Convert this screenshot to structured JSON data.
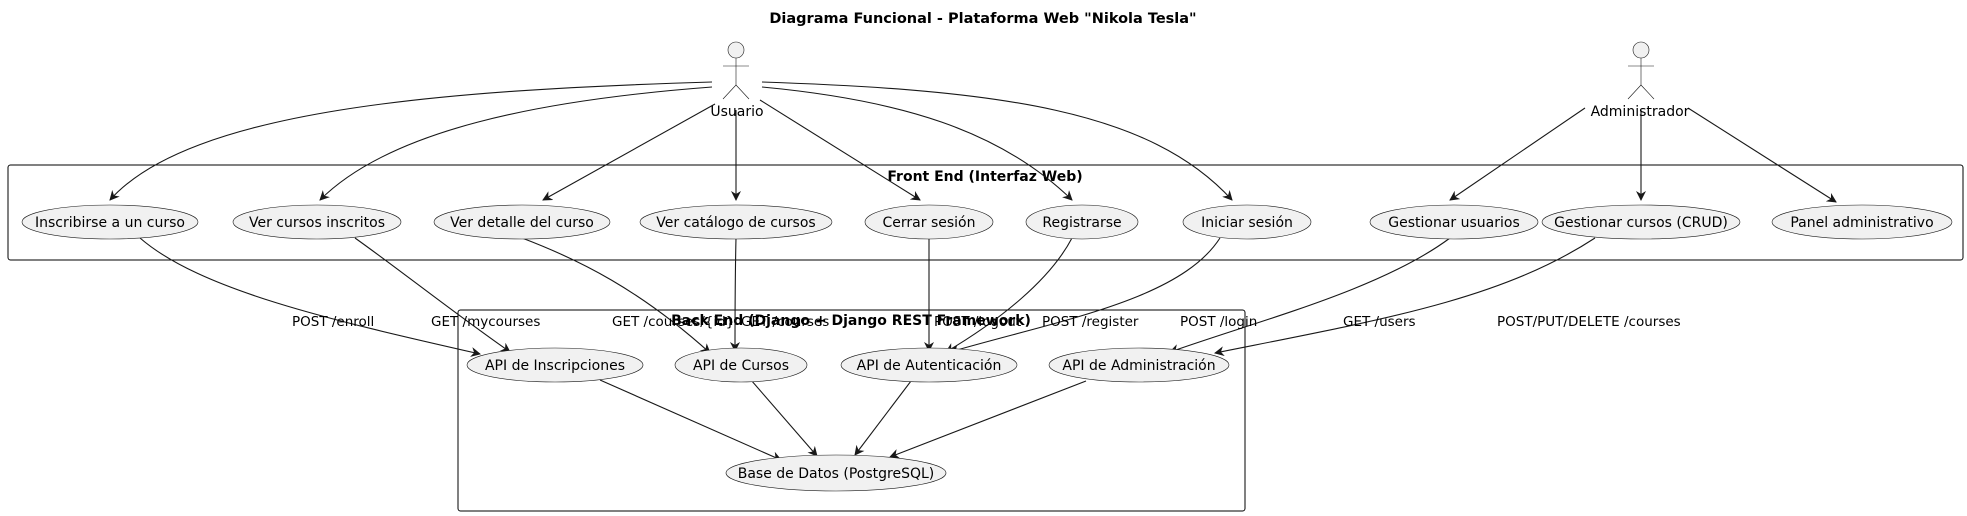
{
  "title": "Diagrama Funcional - Plataforma Web \"Nikola Tesla\"",
  "actors": {
    "user": "Usuario",
    "admin": "Administrador"
  },
  "frontend": {
    "label": "Front End (Interfaz Web)",
    "use_cases": {
      "enroll": "Inscribirse a un curso",
      "my_courses": "Ver cursos inscritos",
      "course_detail": "Ver detalle del curso",
      "catalog": "Ver catálogo de cursos",
      "logout": "Cerrar sesión",
      "register": "Registrarse",
      "login": "Iniciar sesión",
      "manage_users": "Gestionar usuarios",
      "manage_courses": "Gestionar cursos (CRUD)",
      "admin_panel": "Panel administrativo"
    }
  },
  "backend": {
    "label": "Back End (Django + Django REST Framework)",
    "use_cases": {
      "enroll_api": "API de Inscripciones",
      "courses_api": "API de Cursos",
      "auth_api": "API de Autenticación",
      "admin_api": "API de Administración",
      "database": "Base de Datos (PostgreSQL)"
    }
  },
  "edge_labels": {
    "enroll": "POST /enroll",
    "mycourses": "GET /mycourses",
    "course_detail": "GET /courses/{id}",
    "courses": "GET /courses",
    "logout": "POST /logout",
    "register": "POST /register",
    "login": "POST /login",
    "users": "GET /users",
    "admin_courses": "POST/PUT/DELETE /courses"
  },
  "colors": {
    "use_case_fill": "#f1f1f1",
    "stroke": "#181818",
    "background": "#ffffff"
  }
}
